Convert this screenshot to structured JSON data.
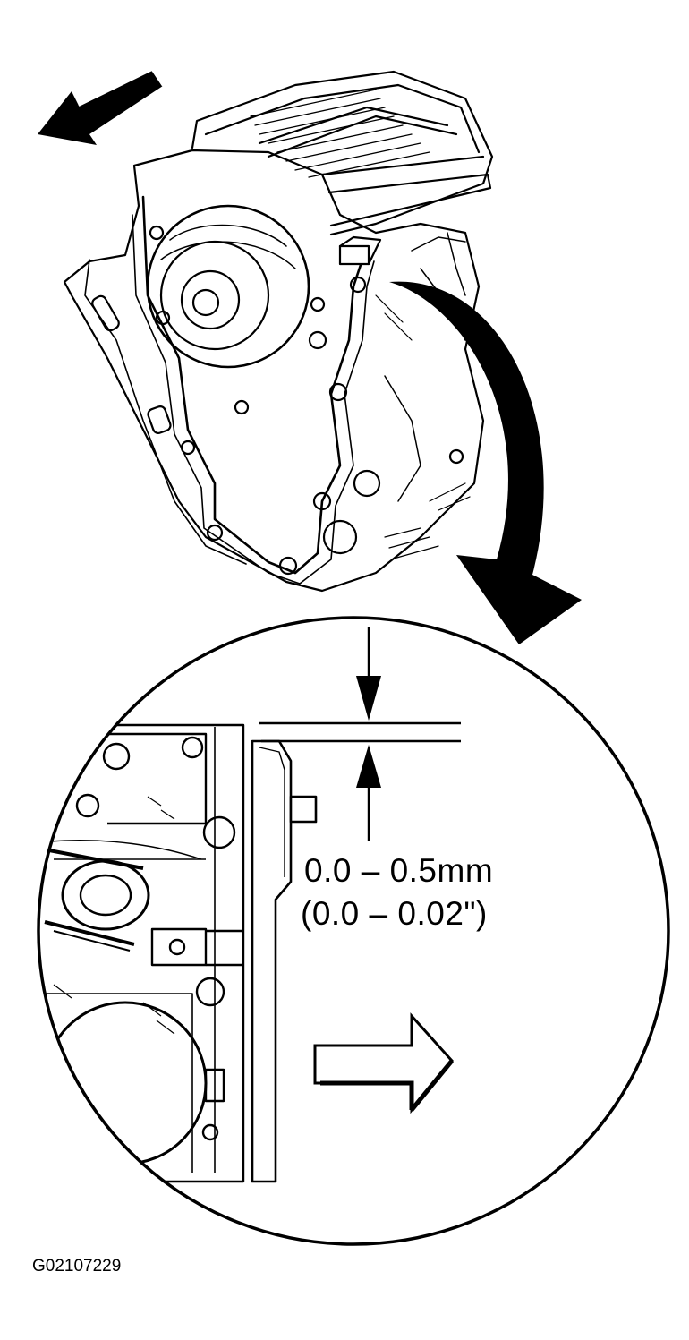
{
  "figure": {
    "clearance_spec_metric": "0.0 – 0.5mm",
    "clearance_spec_imperial": "(0.0 – 0.02\")",
    "figure_id": "G02107229"
  },
  "colors": {
    "line": "#000000",
    "background": "#ffffff"
  }
}
